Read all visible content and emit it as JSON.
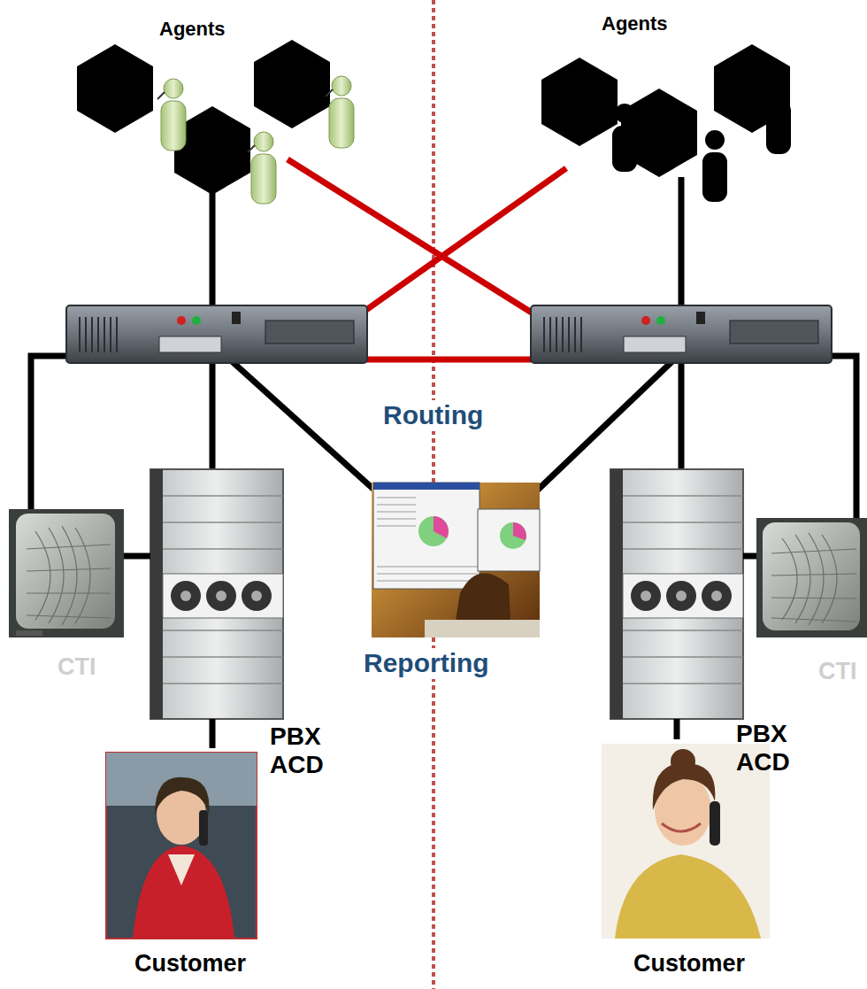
{
  "diagram": {
    "nodes": [
      {
        "text": [
          "Agents"
        ]
      },
      {
        "text": [
          "Agents"
        ]
      },
      {
        "text": [
          "CTI"
        ]
      },
      {
        "text": [
          "PBX ACD"
        ]
      },
      {
        "text": [
          "Reporting"
        ]
      },
      {
        "text": [
          "PBX ACD"
        ]
      },
      {
        "text": [
          "CTI"
        ]
      },
      {
        "text": [
          "Customer"
        ]
      },
      {
        "text": [
          "Customer"
        ]
      }
    ],
    "edges": [
      {
        "from": 2,
        "to": 3,
        "arrow": "none"
      },
      {
        "from": 5,
        "to": 6,
        "arrow": "none"
      },
      {
        "from": 3,
        "to": 7,
        "arrow": "none"
      },
      {
        "from": 5,
        "to": 8,
        "arrow": "none"
      }
    ],
    "labels": [
      "Routing"
    ]
  }
}
